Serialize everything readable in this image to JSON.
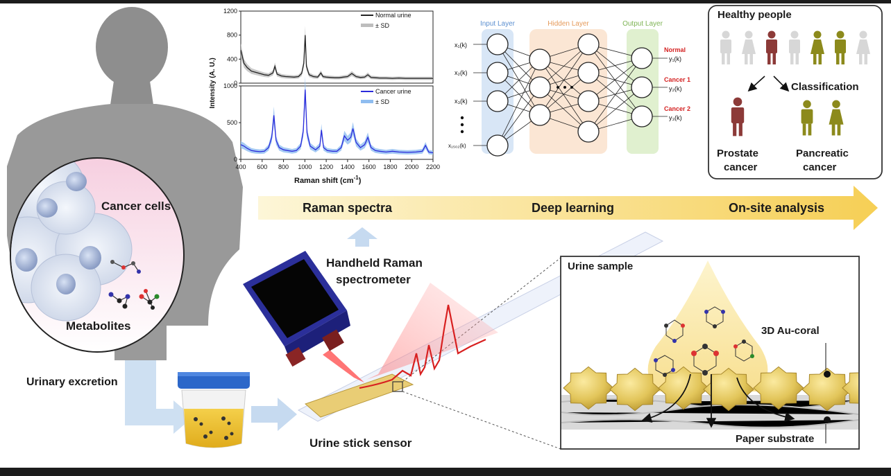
{
  "labels": {
    "cancer_cells": "Cancer cells",
    "metabolites": "Metabolites",
    "urinary_excretion": "Urinary excretion",
    "urine_stick_sensor": "Urine stick sensor",
    "handheld_line1": "Handheld Raman",
    "handheld_line2": "spectrometer",
    "urine_sample": "Urine sample",
    "au_coral": "3D Au-coral",
    "paper_substrate": "Paper substrate"
  },
  "pipeline": {
    "steps": [
      "Raman spectra",
      "Deep learning",
      "On-site analysis"
    ]
  },
  "chart": {
    "ylabel": "Intensity (A. U.)",
    "xlabel": "Raman shift (cm",
    "xlabel_sup": "-1",
    "xlabel_end": ")",
    "x_ticks": [
      "400",
      "600",
      "800",
      "1000",
      "1200",
      "1400",
      "1600",
      "1800",
      "2000",
      "2200"
    ],
    "top_y_ticks": [
      "1200",
      "800",
      "400",
      "0"
    ],
    "bottom_y_ticks": [
      "1000",
      "500",
      "0"
    ],
    "legend_top": [
      "Normal urine",
      "± SD"
    ],
    "legend_bottom": [
      "Cancer urine",
      "± SD"
    ]
  },
  "chart_data": [
    {
      "type": "line",
      "series": [
        {
          "name": "Normal urine",
          "color": "#222222"
        }
      ],
      "ylim": [
        0,
        1200
      ],
      "xlim": [
        400,
        2200
      ],
      "x": [
        400,
        430,
        460,
        500,
        540,
        580,
        620,
        660,
        700,
        720,
        740,
        780,
        820,
        860,
        900,
        940,
        970,
        990,
        1003,
        1015,
        1040,
        1080,
        1120,
        1150,
        1170,
        1200,
        1240,
        1280,
        1320,
        1360,
        1400,
        1440,
        1480,
        1520,
        1560,
        1590,
        1620,
        1660,
        1700,
        1760,
        1820,
        1880,
        1940,
        2000,
        2060,
        2120,
        2200
      ],
      "y": [
        550,
        330,
        260,
        200,
        180,
        160,
        140,
        130,
        170,
        280,
        150,
        120,
        110,
        105,
        100,
        110,
        160,
        330,
        800,
        280,
        140,
        110,
        100,
        170,
        110,
        100,
        95,
        90,
        90,
        100,
        110,
        160,
        110,
        95,
        100,
        140,
        95,
        90,
        85,
        85,
        80,
        85,
        80,
        80,
        80,
        80,
        80
      ]
    },
    {
      "type": "line",
      "series": [
        {
          "name": "Cancer urine",
          "color": "#2a2adb"
        }
      ],
      "ylim": [
        0,
        1000
      ],
      "xlim": [
        400,
        2200
      ],
      "x": [
        400,
        430,
        460,
        500,
        540,
        580,
        620,
        660,
        690,
        710,
        730,
        760,
        800,
        840,
        880,
        920,
        960,
        985,
        1003,
        1020,
        1050,
        1100,
        1140,
        1155,
        1175,
        1210,
        1260,
        1300,
        1340,
        1370,
        1400,
        1430,
        1450,
        1480,
        1520,
        1560,
        1590,
        1620,
        1660,
        1700,
        1760,
        1820,
        1880,
        1960,
        2040,
        2100,
        2130,
        2160,
        2200
      ],
      "y": [
        200,
        180,
        150,
        120,
        110,
        105,
        110,
        160,
        300,
        600,
        260,
        160,
        130,
        120,
        110,
        120,
        180,
        380,
        950,
        360,
        180,
        130,
        180,
        400,
        160,
        120,
        110,
        110,
        160,
        320,
        260,
        300,
        420,
        230,
        160,
        200,
        300,
        160,
        120,
        110,
        100,
        110,
        100,
        95,
        100,
        110,
        190,
        100,
        90
      ]
    }
  ],
  "neural_net": {
    "layers": [
      "Input Layer",
      "Hidden Layer",
      "Output Layer"
    ],
    "inputs": [
      "x₁(k)",
      "x₂(k)",
      "x₃(k)",
      "x₁₅₀₂(k)"
    ],
    "outputs": [
      "y₁(k)",
      "y₂(k)",
      "y₃(k)"
    ],
    "output_classes": [
      "Normal",
      "Cancer 1",
      "Cancer 2"
    ],
    "layer_colors": [
      "#a9c8ea",
      "#f7c79f",
      "#c6e3a8"
    ]
  },
  "classification": {
    "title": "Healthy people",
    "arrow_label": "Classification",
    "prostate_line1": "Prostate",
    "prostate_line2": "cancer",
    "pancreatic_line1": "Pancreatic",
    "pancreatic_line2": "cancer",
    "prostate_color": "#8c3a38",
    "pancreatic_color": "#8c8a1c"
  }
}
